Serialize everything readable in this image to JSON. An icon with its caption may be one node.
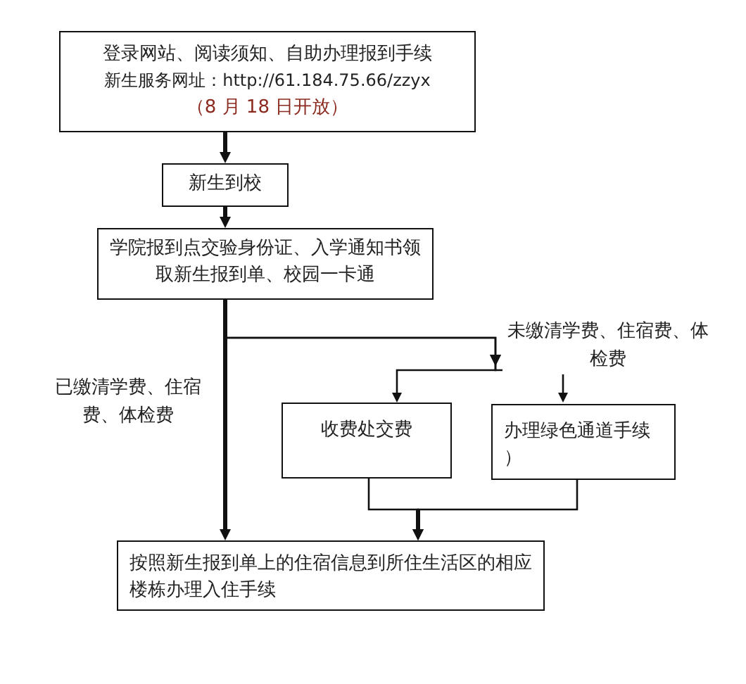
{
  "diagram": {
    "nodes": [
      {
        "text": [
          "登录网站、阅读须知、自助办理报到手续",
          "新生服务网址：http://61.184.75.66/zzyx",
          "（8 月 18 日开放）"
        ]
      },
      {
        "text": [
          "新生到校"
        ]
      },
      {
        "text": [
          "学院报到点交验身份证、入学通知书领取新生报到单、校园一卡通"
        ]
      },
      {
        "text": [
          "收费处交费"
        ]
      },
      {
        "text": [
          "办理绿色通道手续",
          "）"
        ]
      },
      {
        "text": [
          "按照新生报到单上的住宿信息到所住生活区的相应楼栋办理入住手续"
        ]
      }
    ],
    "edges": [
      {
        "from": 0,
        "to": 1,
        "arrow": "to",
        "style": "thick"
      },
      {
        "from": 1,
        "to": 2,
        "arrow": "to",
        "style": "thick"
      },
      {
        "from": 2,
        "to": 5,
        "arrow": "to",
        "style": "thick",
        "label": "已缴清学费、住宿费、体检费"
      },
      {
        "from": 2,
        "to": 3,
        "arrow": "to",
        "label": "未缴清学费、住宿费、体检费"
      },
      {
        "from": 2,
        "to": 4,
        "arrow": "to"
      },
      {
        "from": 3,
        "to": 5,
        "arrow": "to"
      },
      {
        "from": 4,
        "to": 5,
        "arrow": "to"
      }
    ]
  }
}
